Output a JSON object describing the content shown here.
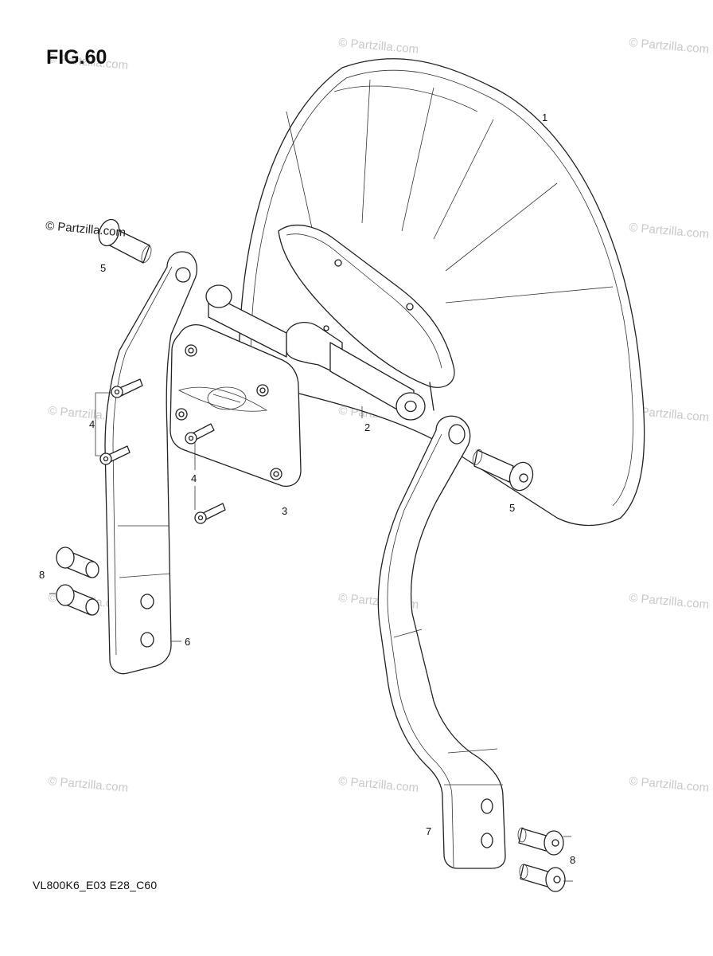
{
  "figure": {
    "title": "FIG.60",
    "code": "VL800K6_E03 E28_C60"
  },
  "watermark": {
    "text": "© Partzilla.com",
    "left_text": "© Partzilla.com"
  },
  "callouts": [
    {
      "id": "callout-1",
      "label": "1"
    },
    {
      "id": "callout-2",
      "label": "2"
    },
    {
      "id": "callout-3",
      "label": "3"
    },
    {
      "id": "callout-4a",
      "label": "4"
    },
    {
      "id": "callout-4b",
      "label": "4"
    },
    {
      "id": "callout-5a",
      "label": "5"
    },
    {
      "id": "callout-5b",
      "label": "5"
    },
    {
      "id": "callout-6",
      "label": "6"
    },
    {
      "id": "callout-7",
      "label": "7"
    },
    {
      "id": "callout-8a",
      "label": "8"
    },
    {
      "id": "callout-8b",
      "label": "8"
    }
  ]
}
